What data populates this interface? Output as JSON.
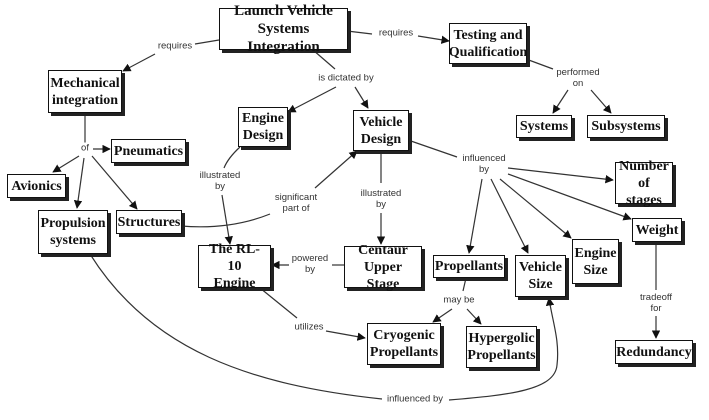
{
  "title": "Launch Vehicle Systems Integration concept map",
  "nodes": {
    "lvsi": "Launch Vehicle\nSystems Integration",
    "testing": "Testing and\nQualification",
    "mechanical": "Mechanical\nintegration",
    "engine_design": "Engine\nDesign",
    "vehicle_design": "Vehicle\nDesign",
    "systems": "Systems",
    "subsystems": "Subsystems",
    "pneumatics": "Pneumatics",
    "avionics": "Avionics",
    "num_stages": "Number\nof stages",
    "propulsion": "Propulsion\nsystems",
    "structures": "Structures",
    "weight": "Weight",
    "centaur": "Centaur\nUpper Stage",
    "rl10": "The RL-10\nEngine",
    "propellants": "Propellants",
    "vehicle_size": "Vehicle\nSize",
    "engine_size": "Engine\nSize",
    "cryogenic": "Cryogenic\nPropellants",
    "hypergolic": "Hypergolic\nPropellants",
    "redundancy": "Redundancy"
  },
  "links": {
    "requires_left": "requires",
    "requires_right": "requires",
    "is_dictated_by": "is dictated by",
    "performed_on": "performed\non",
    "of": "of",
    "illustrated_by_engine": "illustrated\nby",
    "illustrated_by_vehicle": "illustrated\nby",
    "significant_part_of": "significant\npart of",
    "influenced_by_vehicle": "influenced\nby",
    "powered_by": "powered\nby",
    "utilizes": "utilizes",
    "may_be": "may be",
    "tradeoff_for": "tradeoff\nfor",
    "influenced_by_bottom": "influenced by"
  }
}
